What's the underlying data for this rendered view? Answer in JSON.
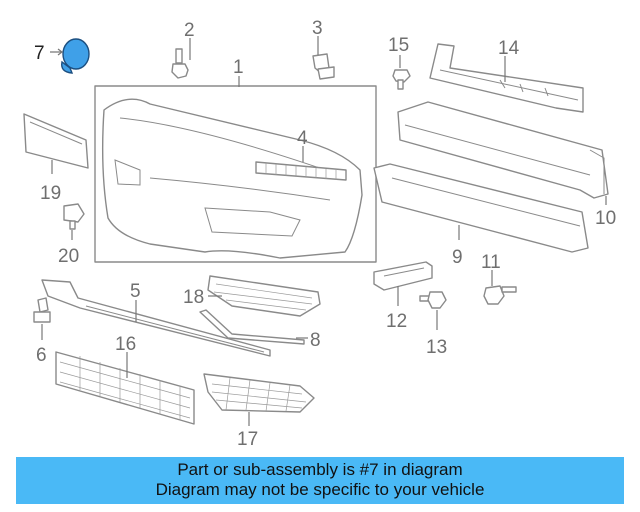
{
  "diagram": {
    "callouts": [
      "1",
      "2",
      "3",
      "4",
      "5",
      "6",
      "7",
      "8",
      "9",
      "10",
      "11",
      "12",
      "13",
      "14",
      "15",
      "16",
      "17",
      "18",
      "19",
      "20"
    ],
    "highlighted_callout": "7",
    "highlight_color": "#3fa0e8"
  },
  "banner": {
    "line1": "Part or sub-assembly is #7 in diagram",
    "line2": "Diagram may not be specific to your vehicle",
    "background": "#4ab9f6"
  }
}
